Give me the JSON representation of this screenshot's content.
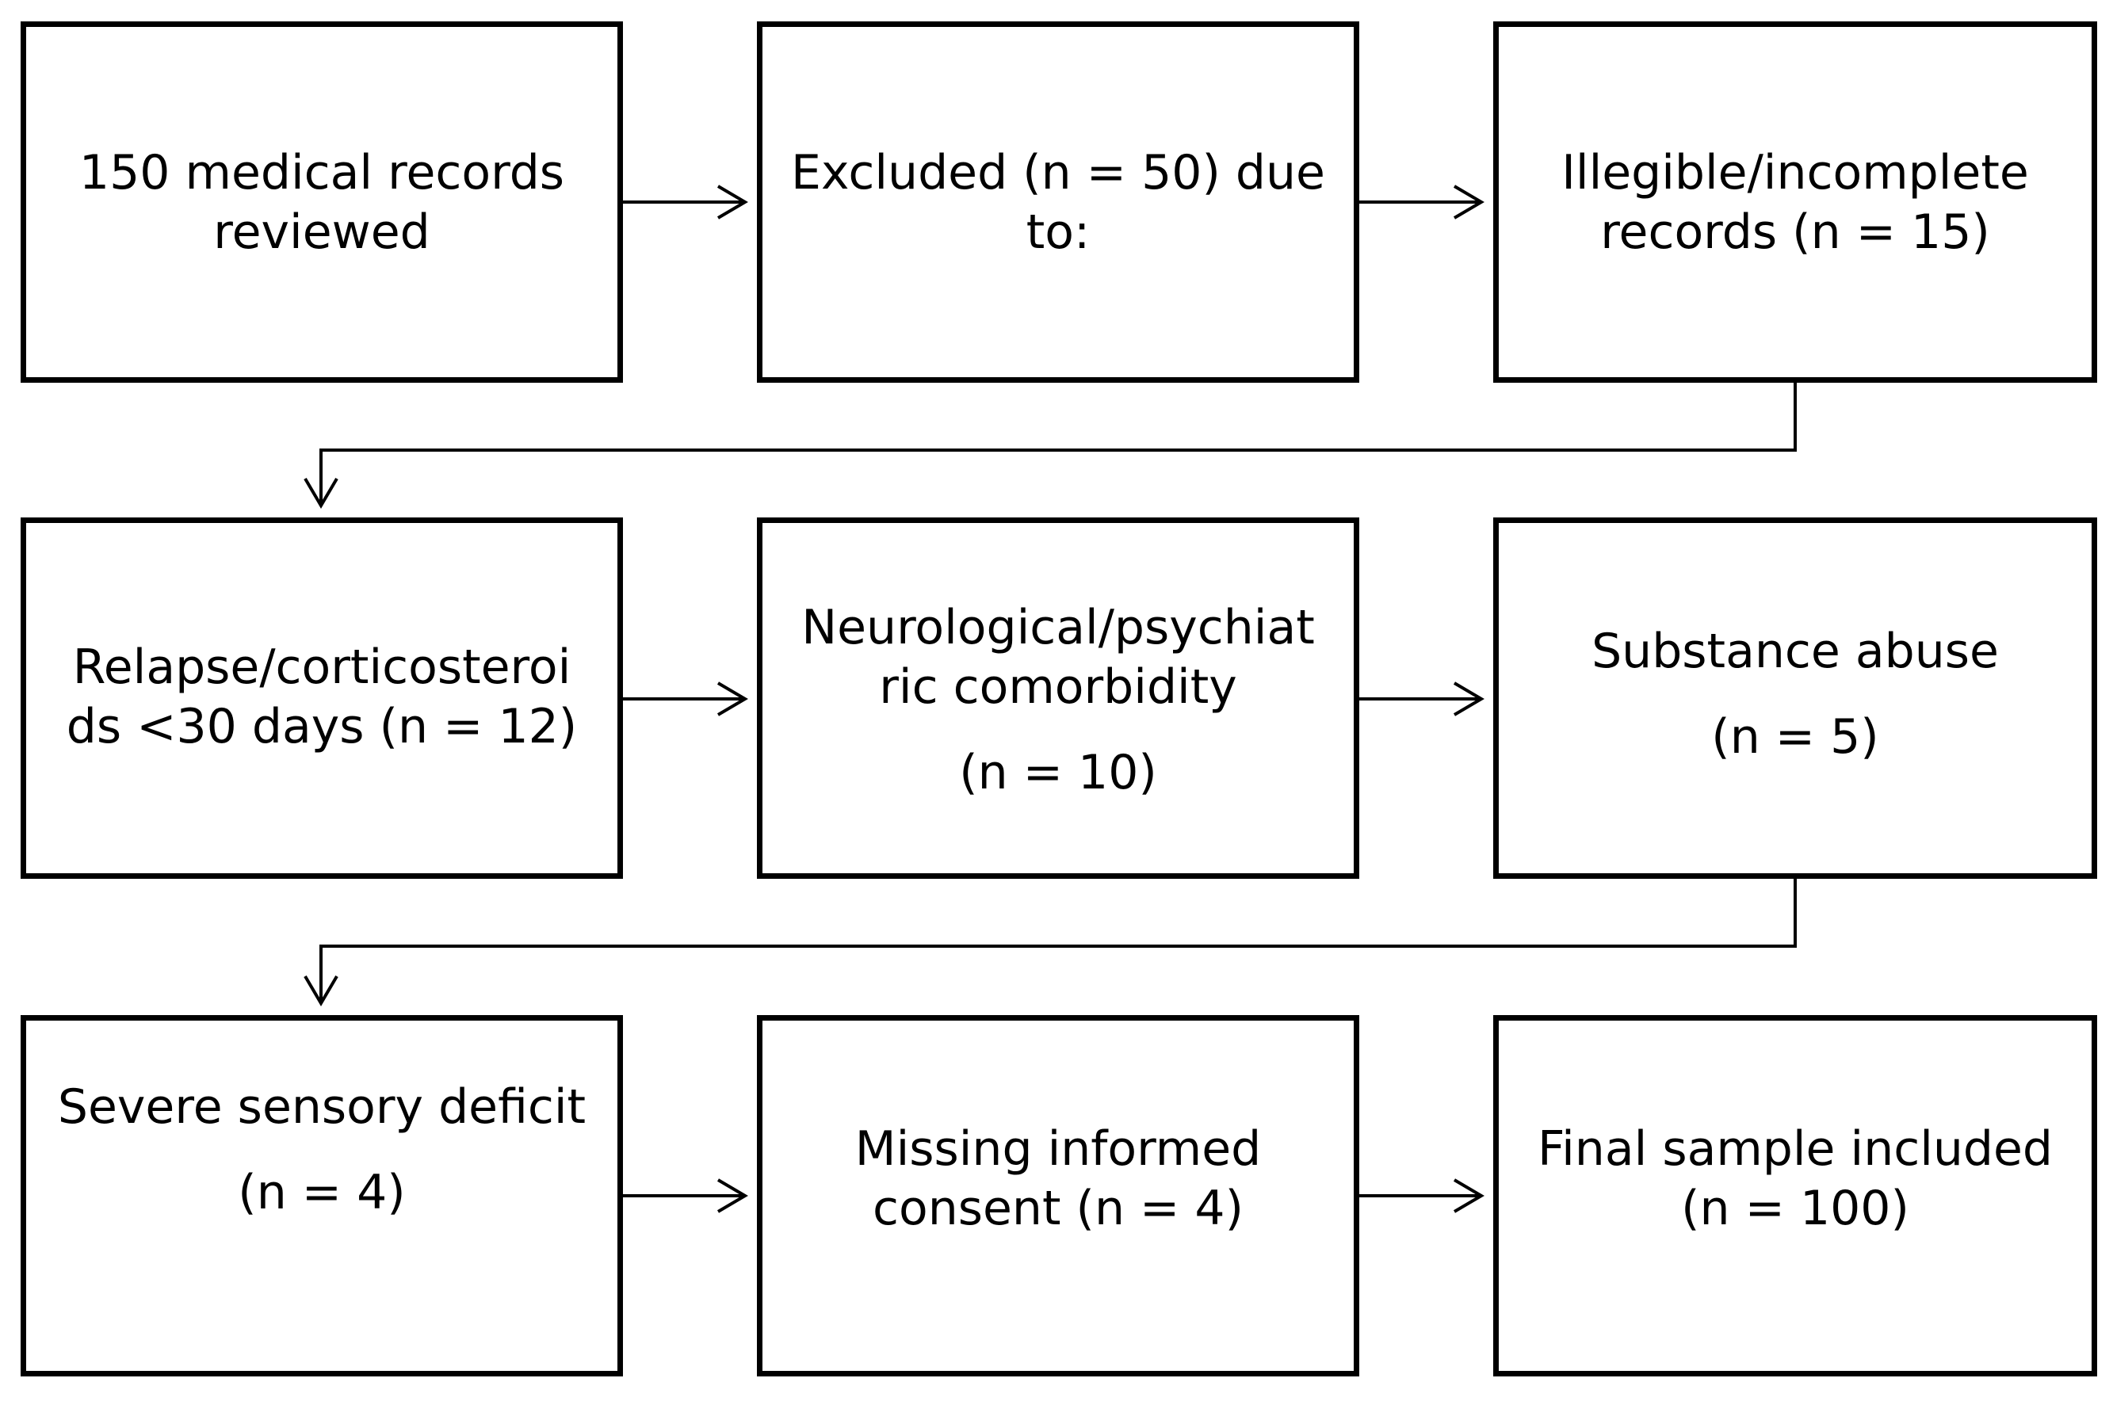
{
  "flowchart": {
    "boxes": {
      "records_reviewed": {
        "lines": [
          "150 medical records",
          "reviewed"
        ]
      },
      "excluded": {
        "lines": [
          "Excluded (n = 50) due",
          "to:"
        ]
      },
      "illegible": {
        "lines": [
          "Illegible/incomplete",
          "records (n = 15)"
        ]
      },
      "relapse": {
        "lines": [
          "Relapse/corticosteroi",
          "ds <30 days (n = 12)"
        ]
      },
      "neuro": {
        "lines": [
          "Neurological/psychiat",
          "ric comorbidity"
        ],
        "count": "(n = 10)"
      },
      "substance": {
        "lines": [
          "Substance abuse"
        ],
        "count": "(n = 5)"
      },
      "sensory": {
        "lines": [
          "Severe sensory deficit"
        ],
        "count": "(n = 4)"
      },
      "consent": {
        "lines": [
          "Missing informed",
          "consent (n = 4)"
        ]
      },
      "final": {
        "lines": [
          "Final sample included",
          "(n = 100)"
        ]
      }
    },
    "colors": {
      "stroke": "#000000",
      "background": "#ffffff",
      "text": "#000000"
    }
  }
}
